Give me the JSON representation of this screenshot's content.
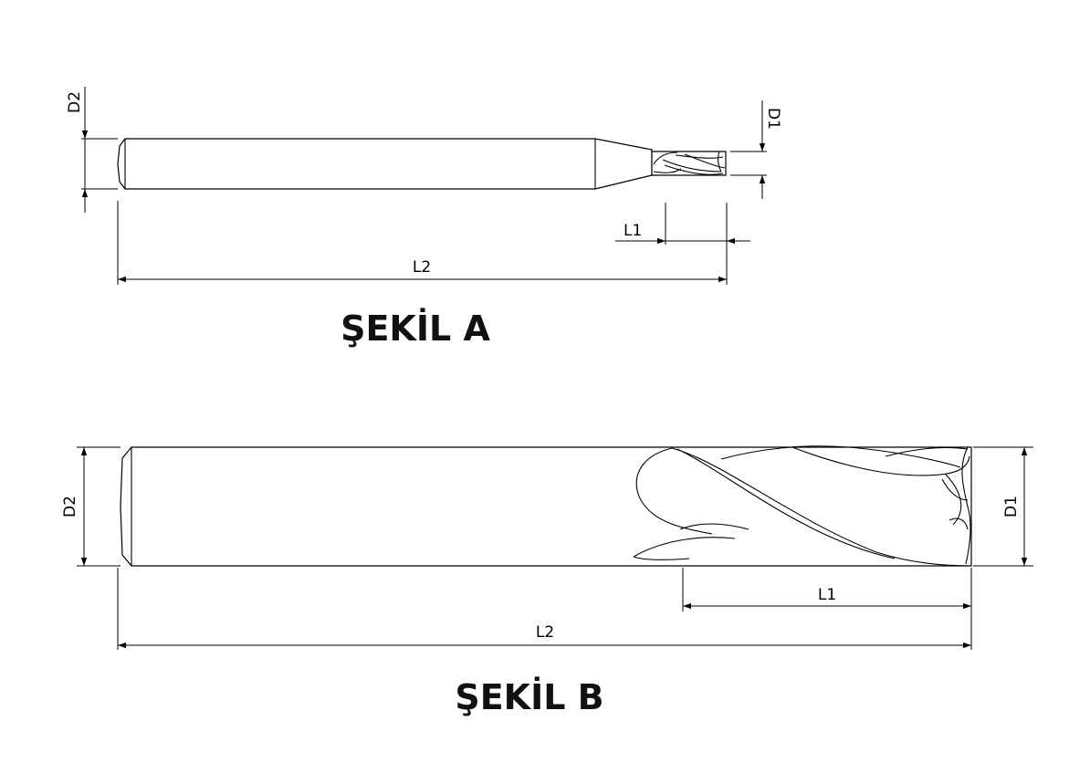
{
  "figure_a": {
    "title": "ŞEKİL A",
    "labels": {
      "d2": "D2",
      "d1": "D1",
      "l1": "L1",
      "l2": "L2"
    }
  },
  "figure_b": {
    "title": "ŞEKİL B",
    "labels": {
      "d2": "D2",
      "d1": "D1",
      "l1": "L1",
      "l2": "L2"
    }
  }
}
